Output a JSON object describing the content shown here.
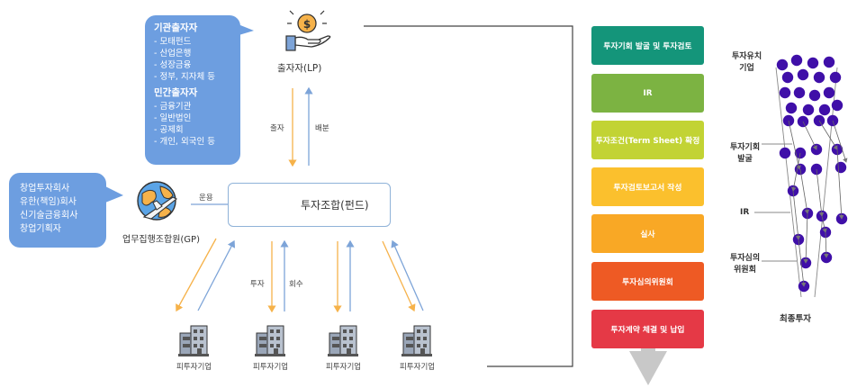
{
  "lp": {
    "label": "출자자(LP)",
    "institutional_title": "기관출자자",
    "institutional_items": [
      "- 모태펀드",
      "- 산업은행",
      "- 성장금융",
      "- 정부, 지자체 등"
    ],
    "private_title": "민간출자자",
    "private_items": [
      "- 금융기관",
      "- 일반법인",
      "- 공제회",
      "- 개인, 외국인 등"
    ]
  },
  "gp": {
    "label": "업무집행조합원(GP)",
    "types": [
      "창업투자회사",
      "유한(책임)회사",
      "신기술금융회사",
      "창업기획자"
    ]
  },
  "fund": {
    "label": "투자조합(펀드)"
  },
  "flows": {
    "capital": "출자",
    "distribution": "배분",
    "operation": "운용",
    "invest": "투자",
    "recover": "회수"
  },
  "companies": [
    "피투자기업",
    "피투자기업",
    "피투자기업",
    "피투자기업"
  ],
  "process": {
    "stages": [
      {
        "label": "투자기회 발굴 및 투자검토",
        "color": "#14957a"
      },
      {
        "label": "IR",
        "color": "#7cb342"
      },
      {
        "label": "투자조건(Term Sheet) 확정",
        "color": "#c2d334"
      },
      {
        "label": "투자검토보고서 작성",
        "color": "#fbc02d"
      },
      {
        "label": "실사",
        "color": "#f9a825"
      },
      {
        "label": "투자심의위원회",
        "color": "#ee5a24"
      },
      {
        "label": "투자계약 체결 및 납입",
        "color": "#e53946"
      }
    ],
    "arrow_color": "#c8c8c8"
  },
  "funnel": {
    "labels": [
      "투자유치\n기업",
      "투자기회\n발굴",
      "IR",
      "투자심의\n위원회"
    ],
    "final_label": "최종투자",
    "dot_color": "#3f0fa8"
  }
}
